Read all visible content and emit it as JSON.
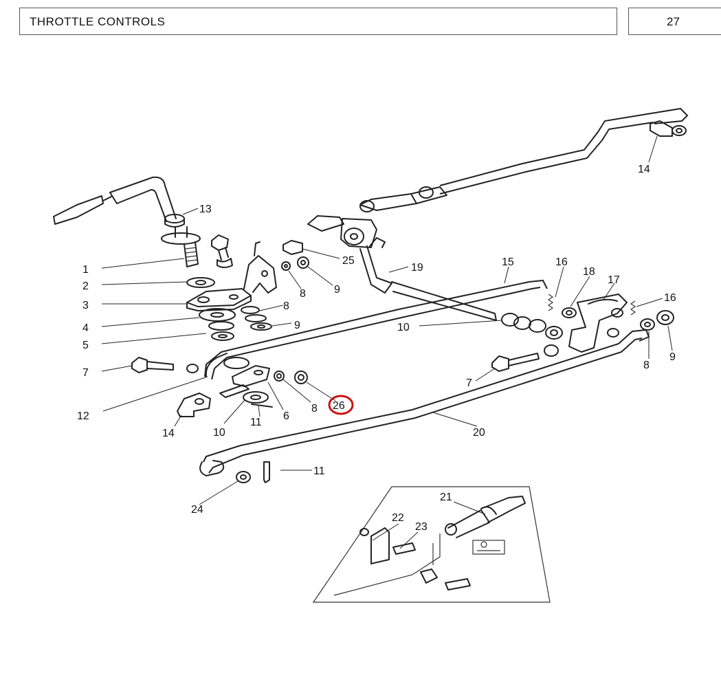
{
  "header": {
    "title": "THROTTLE CONTROLS",
    "page_number": "27"
  },
  "highlight": {
    "label": "26",
    "color": "#cc1111"
  },
  "callouts": [
    {
      "id": "c1",
      "text": "1"
    },
    {
      "id": "c2",
      "text": "2"
    },
    {
      "id": "c3",
      "text": "3"
    },
    {
      "id": "c4",
      "text": "4"
    },
    {
      "id": "c5",
      "text": "5"
    },
    {
      "id": "c7a",
      "text": "7"
    },
    {
      "id": "c12",
      "text": "12"
    },
    {
      "id": "c14a",
      "text": "14"
    },
    {
      "id": "c10a",
      "text": "10"
    },
    {
      "id": "c11a",
      "text": "11"
    },
    {
      "id": "c6",
      "text": "6"
    },
    {
      "id": "c8a",
      "text": "8"
    },
    {
      "id": "c13",
      "text": "13"
    },
    {
      "id": "c8b",
      "text": "8"
    },
    {
      "id": "c9a",
      "text": "9"
    },
    {
      "id": "c8c",
      "text": "8"
    },
    {
      "id": "c9b",
      "text": "9"
    },
    {
      "id": "c25",
      "text": "25"
    },
    {
      "id": "c19",
      "text": "19"
    },
    {
      "id": "c15",
      "text": "15"
    },
    {
      "id": "c16a",
      "text": "16"
    },
    {
      "id": "c18",
      "text": "18"
    },
    {
      "id": "c17",
      "text": "17"
    },
    {
      "id": "c16b",
      "text": "16"
    },
    {
      "id": "c10b",
      "text": "10"
    },
    {
      "id": "c9c",
      "text": "9"
    },
    {
      "id": "c8d",
      "text": "8"
    },
    {
      "id": "c7b",
      "text": "7"
    },
    {
      "id": "c20",
      "text": "20"
    },
    {
      "id": "c14b",
      "text": "14"
    },
    {
      "id": "c11b",
      "text": "11"
    },
    {
      "id": "c24",
      "text": "24"
    },
    {
      "id": "c21",
      "text": "21"
    },
    {
      "id": "c22",
      "text": "22"
    },
    {
      "id": "c23",
      "text": "23"
    }
  ]
}
